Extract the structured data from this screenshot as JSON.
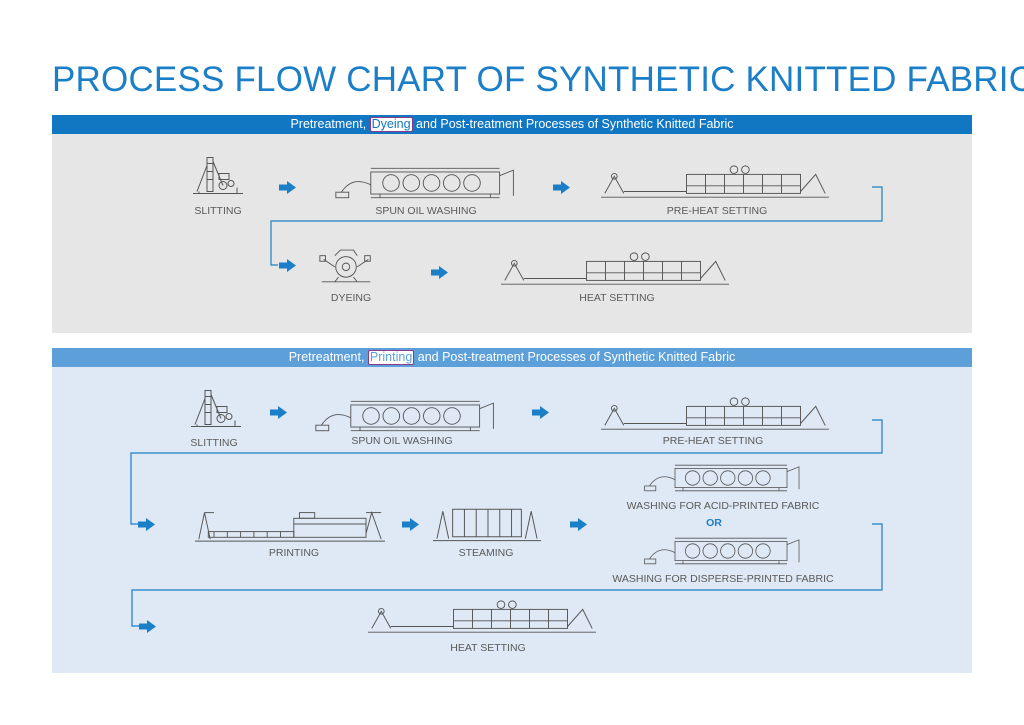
{
  "title": "PROCESS FLOW CHART OF SYNTHETIC KNITTED FABRIC",
  "colors": {
    "title": "#1b7fc7",
    "panel1_bar": "#1177c2",
    "panel1_bg": "#e6e6e7",
    "panel2_bar": "#5d9fd9",
    "panel2_bg": "#dfe8f5",
    "arrow": "#1b7fc7",
    "connector": "#1b7fc7"
  },
  "panel1": {
    "header_before": "Pretreatment, ",
    "header_highlight": "Dyeing",
    "header_after": " and Post-treatment Processes of Synthetic Knitted Fabric",
    "steps": {
      "slitting": "SLITTING",
      "spun_oil_washing": "SPUN OIL WASHING",
      "pre_heat_setting": "PRE-HEAT SETTING",
      "dyeing": "DYEING",
      "heat_setting": "HEAT SETTING"
    }
  },
  "panel2": {
    "header_before": "Pretreatment, ",
    "header_highlight": "Printing",
    "header_after": " and Post-treatment Processes of Synthetic Knitted Fabric",
    "steps": {
      "slitting": "SLITTING",
      "spun_oil_washing": "SPUN OIL WASHING",
      "pre_heat_setting": "PRE-HEAT SETTING",
      "printing": "PRINTING",
      "steaming": "STEAMING",
      "washing_acid": "WASHING FOR ACID-PRINTED FABRIC",
      "or": "OR",
      "washing_disperse": "WASHING FOR DISPERSE-PRINTED FABRIC",
      "heat_setting": "HEAT SETTING"
    }
  }
}
